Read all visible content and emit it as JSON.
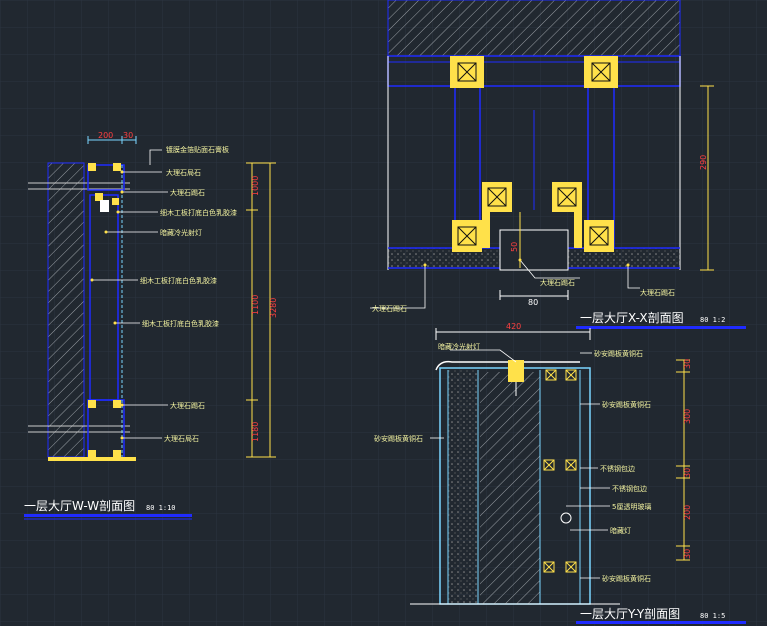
{
  "colors": {
    "background": "#212830",
    "grid": "#2c3440",
    "blue": "#1f2bff",
    "yellow": "#ffe14a",
    "cyan": "#7ad6ff",
    "white": "#ffffff",
    "red": "#ff3a3a",
    "label": "#f2f2a0"
  },
  "view_w": {
    "title": "一层大厅W-W剖面图",
    "scale": "80  1:10",
    "dims_top": [
      "200",
      "30"
    ],
    "dims_right": [
      "1000",
      "1100",
      "3280",
      "1180"
    ],
    "labels": [
      "镀膜金箔贴面石膏板",
      "大理石局石",
      "大理石踢石",
      "细木工板打底白色乳胶漆",
      "暗藏冷光射灯",
      "细木工板打底白色乳胶漆",
      "细木工板打底白色乳胶漆",
      "大理石踢石",
      "大理石局石"
    ]
  },
  "view_x": {
    "title": "一层大厅X-X剖面图",
    "scale": "80  1:2",
    "dims": [
      "290",
      "50",
      "80"
    ],
    "labels": [
      "大理石踢石",
      "大理石踢石",
      "大理石踢石"
    ]
  },
  "view_y": {
    "title": "一层大厅Y-Y剖面图",
    "scale": "80  1:5",
    "dim_top": "420",
    "dims_right": [
      "30",
      "300",
      "30",
      "200",
      "30"
    ],
    "labels": [
      "暗藏冷光射灯",
      "砂安踢板黄铜石",
      "砂安踢板黄铜石",
      "砂安踢板黄铜石",
      "不锈钢包边",
      "不锈钢包边",
      "5厘透明玻璃",
      "暗藏灯",
      "砂安踢板黄铜石"
    ]
  }
}
